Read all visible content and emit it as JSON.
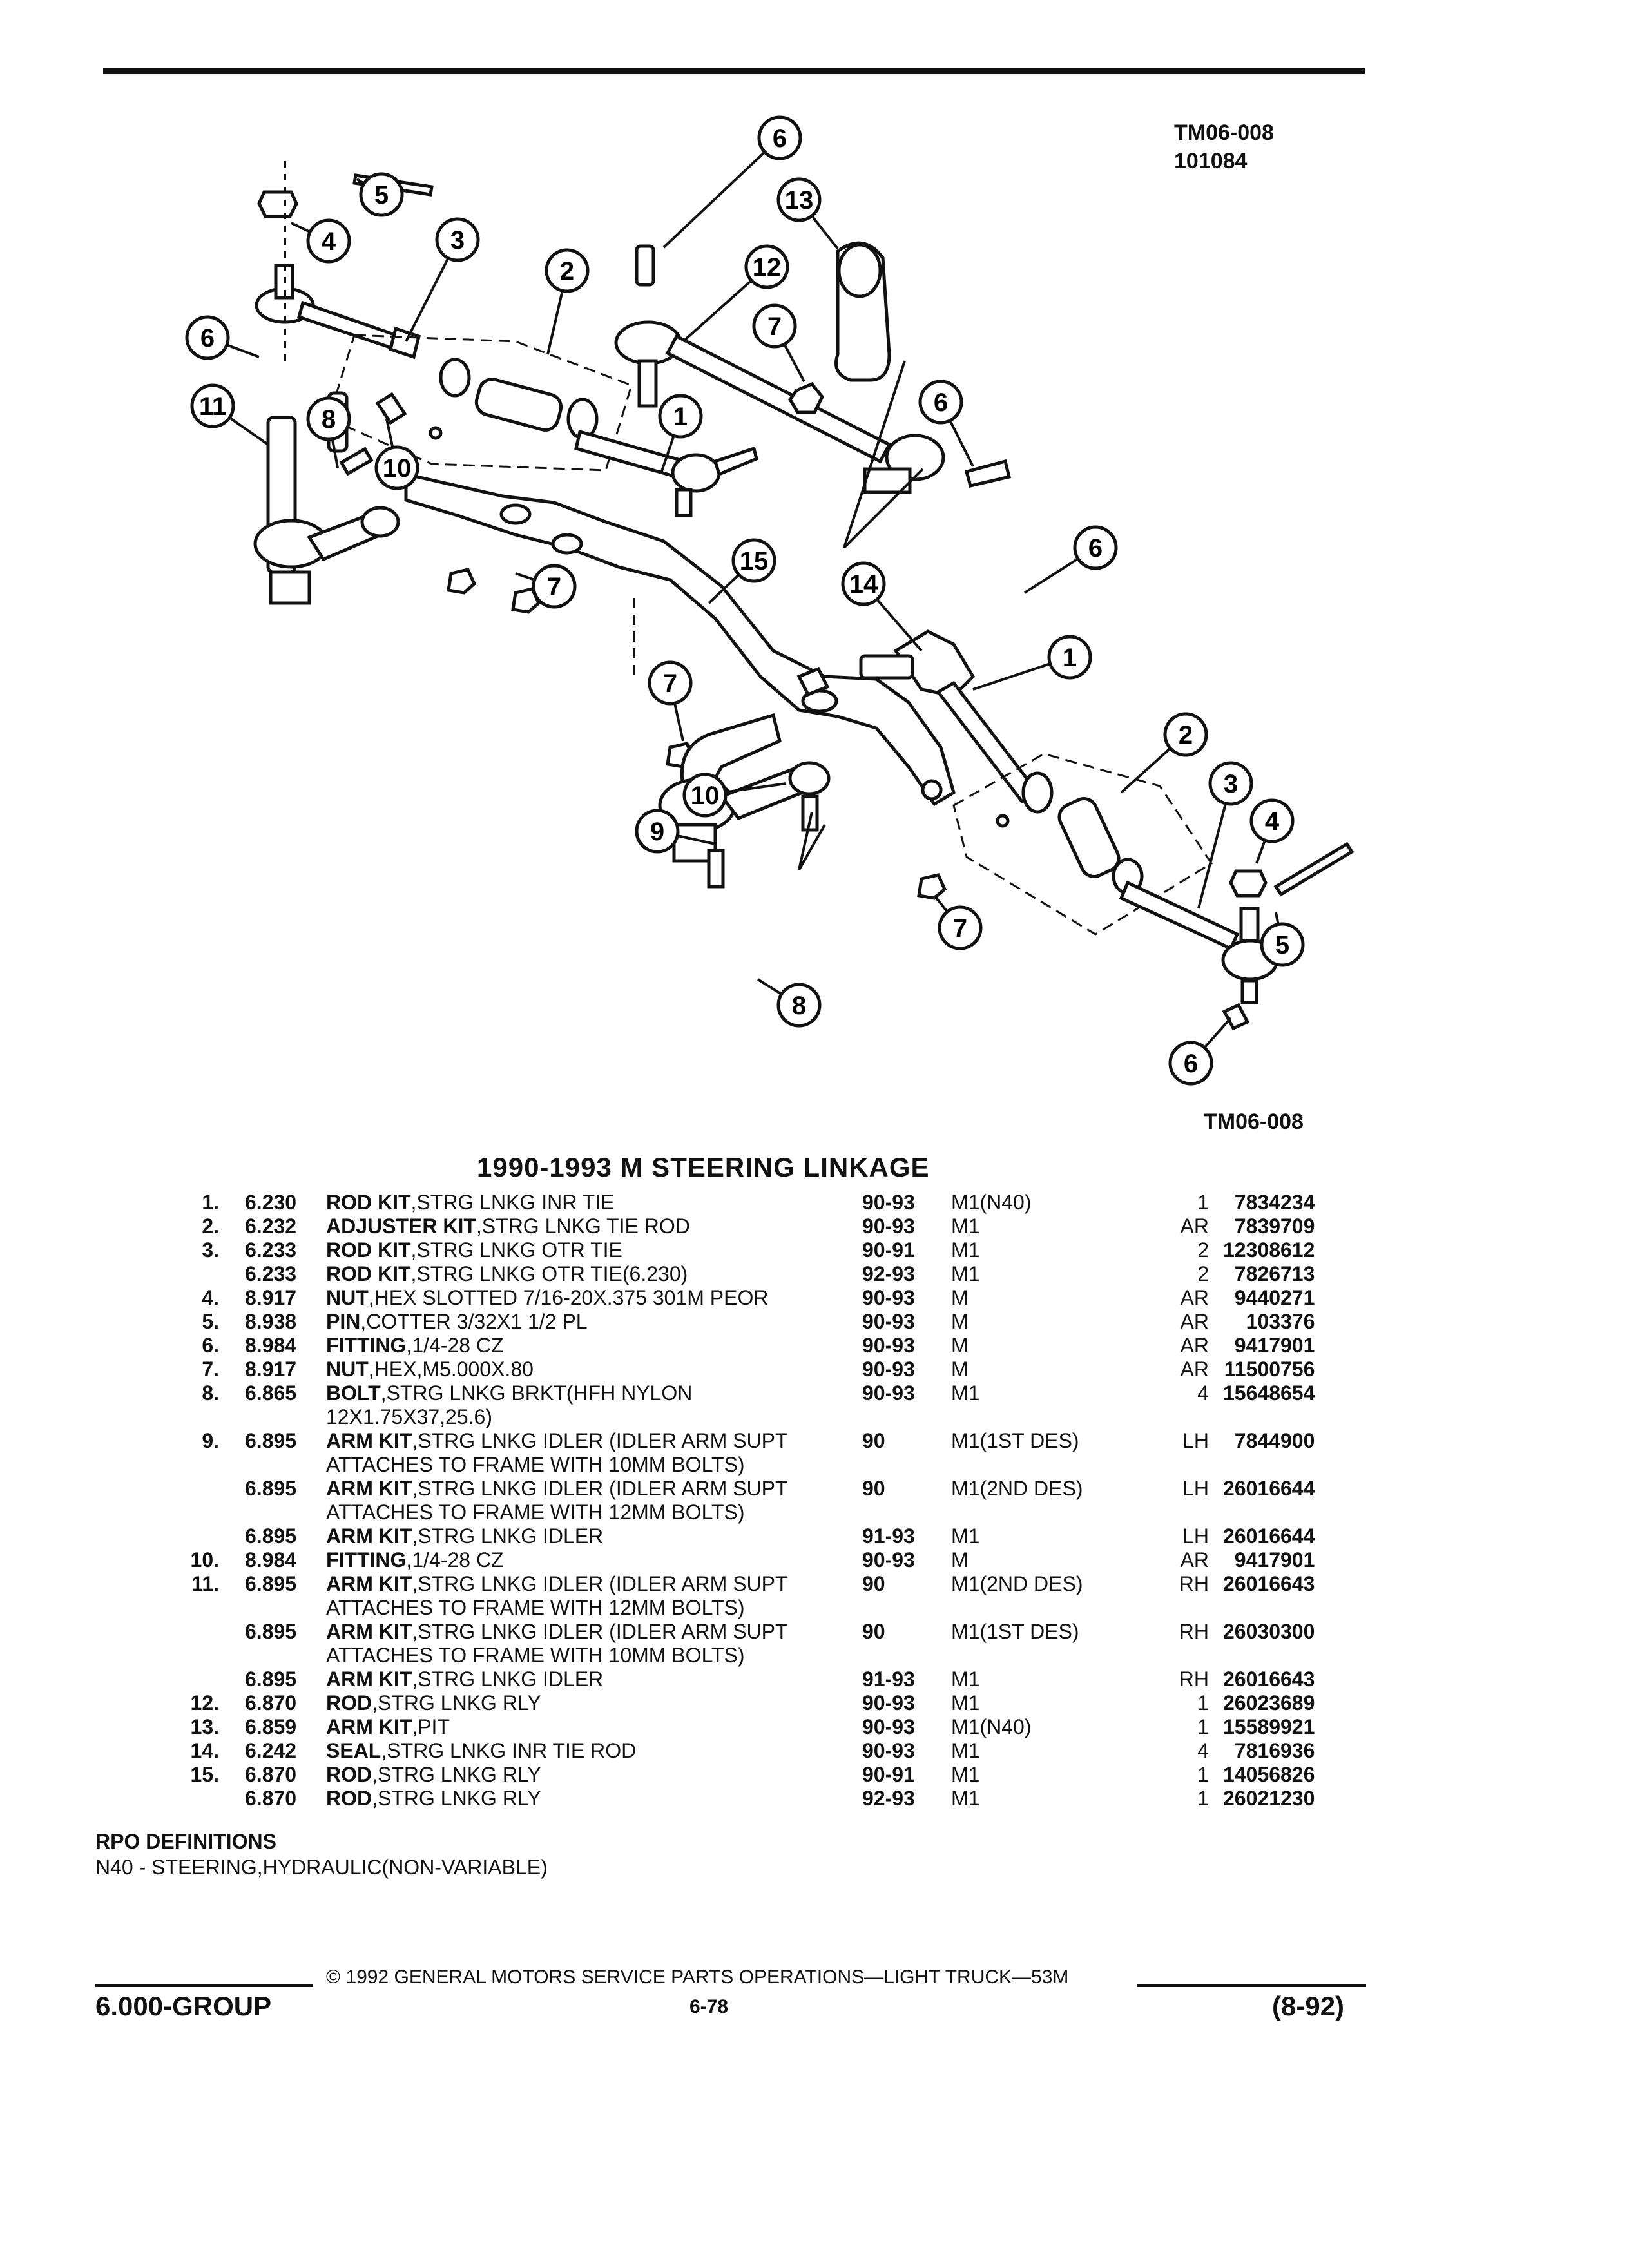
{
  "diagram": {
    "ref_top": [
      "TM06-008",
      "101084"
    ],
    "ref_bottom": "TM06-008",
    "callouts": [
      {
        "n": "6"
      },
      {
        "n": "13"
      },
      {
        "n": "5"
      },
      {
        "n": "4"
      },
      {
        "n": "3"
      },
      {
        "n": "2"
      },
      {
        "n": "12"
      },
      {
        "n": "6"
      },
      {
        "n": "7"
      },
      {
        "n": "11"
      },
      {
        "n": "8"
      },
      {
        "n": "10"
      },
      {
        "n": "1"
      },
      {
        "n": "6"
      },
      {
        "n": "7"
      },
      {
        "n": "15"
      },
      {
        "n": "14"
      },
      {
        "n": "6"
      },
      {
        "n": "7"
      },
      {
        "n": "1"
      },
      {
        "n": "2"
      },
      {
        "n": "10"
      },
      {
        "n": "3"
      },
      {
        "n": "4"
      },
      {
        "n": "9"
      },
      {
        "n": "5"
      },
      {
        "n": "7"
      },
      {
        "n": "8"
      },
      {
        "n": "6"
      }
    ]
  },
  "title": "1990-1993 M STEERING LINKAGE",
  "parts": [
    {
      "num": "1.",
      "grp": "6.230",
      "name": "ROD KIT",
      "desc": ",STRG LNKG INR TIE",
      "desc2": "",
      "yr": "90-93",
      "model": "M1(N40)",
      "qty": "1",
      "pn": "7834234"
    },
    {
      "num": "2.",
      "grp": "6.232",
      "name": "ADJUSTER KIT",
      "desc": ",STRG LNKG TIE ROD",
      "desc2": "",
      "yr": "90-93",
      "model": "M1",
      "qty": "AR",
      "pn": "7839709"
    },
    {
      "num": "3.",
      "grp": "6.233",
      "name": "ROD KIT",
      "desc": ",STRG LNKG OTR TIE",
      "desc2": "",
      "yr": "90-91",
      "model": "M1",
      "qty": "2",
      "pn": "12308612"
    },
    {
      "num": "",
      "grp": "6.233",
      "name": "ROD KIT",
      "desc": ",STRG LNKG OTR TIE(6.230)",
      "desc2": "",
      "yr": "92-93",
      "model": "M1",
      "qty": "2",
      "pn": "7826713"
    },
    {
      "num": "4.",
      "grp": "8.917",
      "name": "NUT",
      "desc": ",HEX SLOTTED 7/16-20X.375 301M PEOR",
      "desc2": "",
      "yr": "90-93",
      "model": "M",
      "qty": "AR",
      "pn": "9440271"
    },
    {
      "num": "5.",
      "grp": "8.938",
      "name": "PIN",
      "desc": ",COTTER 3/32X1 1/2 PL",
      "desc2": "",
      "yr": "90-93",
      "model": "M",
      "qty": "AR",
      "pn": "103376"
    },
    {
      "num": "6.",
      "grp": "8.984",
      "name": "FITTING",
      "desc": ",1/4-28 CZ",
      "desc2": "",
      "yr": "90-93",
      "model": "M",
      "qty": "AR",
      "pn": "9417901"
    },
    {
      "num": "7.",
      "grp": "8.917",
      "name": "NUT",
      "desc": ",HEX,M5.000X.80",
      "desc2": "",
      "yr": "90-93",
      "model": "M",
      "qty": "AR",
      "pn": "11500756"
    },
    {
      "num": "8.",
      "grp": "6.865",
      "name": "BOLT",
      "desc": ",STRG LNKG BRKT(HFH NYLON",
      "desc2": "12X1.75X37,25.6)",
      "yr": "90-93",
      "model": "M1",
      "qty": "4",
      "pn": "15648654"
    },
    {
      "num": "9.",
      "grp": "6.895",
      "name": "ARM KIT",
      "desc": ",STRG LNKG IDLER (IDLER ARM SUPT",
      "desc2": "ATTACHES TO FRAME WITH 10MM BOLTS)",
      "yr": "90",
      "model": "M1(1ST DES)",
      "qty": "LH",
      "pn": "7844900"
    },
    {
      "num": "",
      "grp": "6.895",
      "name": "ARM KIT",
      "desc": ",STRG LNKG IDLER (IDLER ARM SUPT",
      "desc2": "ATTACHES TO FRAME WITH 12MM BOLTS)",
      "yr": "90",
      "model": "M1(2ND DES)",
      "qty": "LH",
      "pn": "26016644"
    },
    {
      "num": "",
      "grp": "6.895",
      "name": "ARM KIT",
      "desc": ",STRG LNKG IDLER",
      "desc2": "",
      "yr": "91-93",
      "model": "M1",
      "qty": "LH",
      "pn": "26016644"
    },
    {
      "num": "10.",
      "grp": "8.984",
      "name": "FITTING",
      "desc": ",1/4-28 CZ",
      "desc2": "",
      "yr": "90-93",
      "model": "M",
      "qty": "AR",
      "pn": "9417901"
    },
    {
      "num": "11.",
      "grp": "6.895",
      "name": "ARM KIT",
      "desc": ",STRG LNKG IDLER (IDLER ARM SUPT",
      "desc2": "ATTACHES TO FRAME WITH 12MM BOLTS)",
      "yr": "90",
      "model": "M1(2ND DES)",
      "qty": "RH",
      "pn": "26016643"
    },
    {
      "num": "",
      "grp": "6.895",
      "name": "ARM KIT",
      "desc": ",STRG LNKG IDLER (IDLER ARM SUPT",
      "desc2": "ATTACHES TO FRAME WITH 10MM BOLTS)",
      "yr": "90",
      "model": "M1(1ST DES)",
      "qty": "RH",
      "pn": "26030300"
    },
    {
      "num": "",
      "grp": "6.895",
      "name": "ARM KIT",
      "desc": ",STRG LNKG IDLER",
      "desc2": "",
      "yr": "91-93",
      "model": "M1",
      "qty": "RH",
      "pn": "26016643"
    },
    {
      "num": "12.",
      "grp": "6.870",
      "name": "ROD",
      "desc": ",STRG LNKG RLY",
      "desc2": "",
      "yr": "90-93",
      "model": "M1",
      "qty": "1",
      "pn": "26023689"
    },
    {
      "num": "13.",
      "grp": "6.859",
      "name": "ARM KIT",
      "desc": ",PIT",
      "desc2": "",
      "yr": "90-93",
      "model": "M1(N40)",
      "qty": "1",
      "pn": "15589921"
    },
    {
      "num": "14.",
      "grp": "6.242",
      "name": "SEAL",
      "desc": ",STRG LNKG INR TIE ROD",
      "desc2": "",
      "yr": "90-93",
      "model": "M1",
      "qty": "4",
      "pn": "7816936"
    },
    {
      "num": "15.",
      "grp": "6.870",
      "name": "ROD",
      "desc": ",STRG LNKG RLY",
      "desc2": "",
      "yr": "90-91",
      "model": "M1",
      "qty": "1",
      "pn": "14056826"
    },
    {
      "num": "",
      "grp": "6.870",
      "name": "ROD",
      "desc": ",STRG LNKG RLY",
      "desc2": "",
      "yr": "92-93",
      "model": "M1",
      "qty": "1",
      "pn": "26021230"
    }
  ],
  "rpo": {
    "heading": "RPO DEFINITIONS",
    "definition": "N40 - STEERING,HYDRAULIC(NON-VARIABLE)"
  },
  "footer": {
    "copyright": "© 1992 GENERAL MOTORS SERVICE PARTS OPERATIONS—LIGHT TRUCK—53M",
    "group": "6.000-GROUP",
    "page": "6-78",
    "date": "(8-92)"
  }
}
